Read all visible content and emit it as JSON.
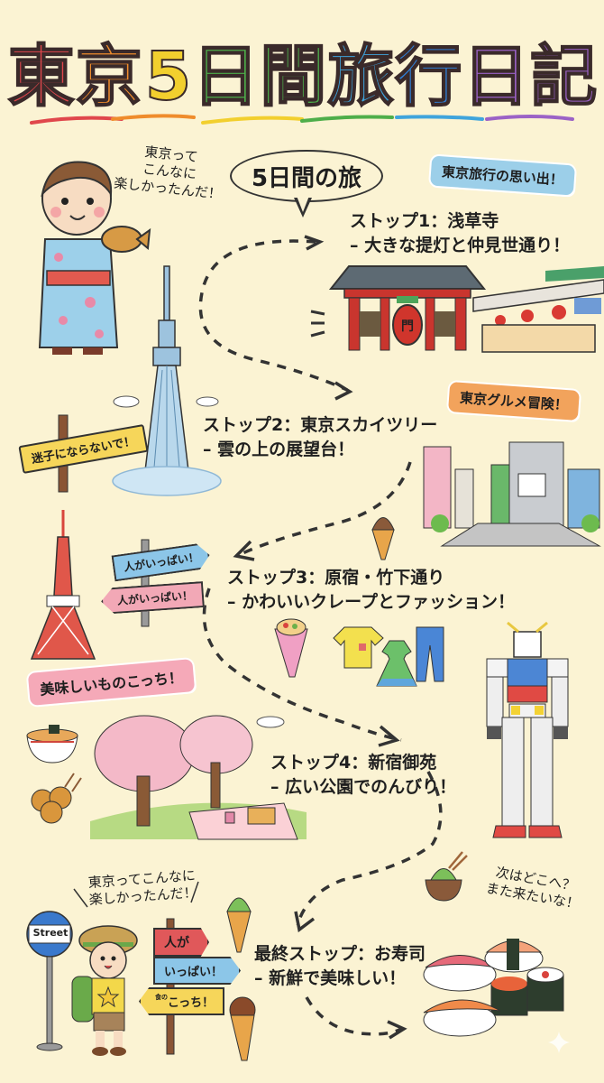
{
  "title": {
    "chars": [
      "東",
      "京",
      "5",
      "日",
      "間",
      "旅",
      "行",
      "日",
      "記"
    ],
    "colors": [
      "#e0474c",
      "#ef8c2c",
      "#f2cf2e",
      "#4eae4a",
      "#4eae4a",
      "#3fa4dc",
      "#2f7fd6",
      "#9b62c6",
      "#9b62c6"
    ],
    "underline_colors": [
      "#e0474c",
      "#ef8c2c",
      "#f2cf2e",
      "#4eae4a",
      "#3fa4dc",
      "#9b62c6"
    ]
  },
  "intro": {
    "speech_top": [
      "東京って",
      "こんなに",
      "楽しかったんだ！"
    ],
    "bubble": "5日間の旅",
    "tag_memories": "東京旅行の思い出！"
  },
  "stops": [
    {
      "line1": "ストップ1：浅草寺",
      "line2": "– 大きな提灯と仲見世通り！",
      "illustration": "kaminarimon-gate-and-nakamise"
    },
    {
      "line1": "ストップ2：東京スカイツリー",
      "line2": "– 雲の上の展望台！",
      "illustration": "tokyo-skytree"
    },
    {
      "line1": "ストップ3：原宿・竹下通り",
      "line2": "– かわいいクレープとファッション！",
      "illustration": "crepe-and-clothes"
    },
    {
      "line1": "ストップ4：新宿御苑",
      "line2": "– 広い公園でのんびり！",
      "illustration": "cherry-trees-picnic"
    },
    {
      "line1": "最終ストップ：お寿司",
      "line2": "– 新鮮で美味しい！",
      "illustration": "sushi-platter"
    }
  ],
  "tags": {
    "gourmet": "東京グルメ冒険！",
    "tasty_here": "美味しいものこっち！"
  },
  "signs": {
    "lost": "迷子にならないで！",
    "crowded_1": "人がいっぱい！",
    "crowded_2": "人がいっぱい！",
    "bus_stop": "Street",
    "post_1": "人が",
    "post_2": "いっぱい！",
    "post_3": "こっち！",
    "post_3_small": "食の"
  },
  "outro": {
    "speech_bottom": [
      "東京ってこんなに",
      "楽しかったんだ！"
    ],
    "speech_sushi": [
      "次はどこへ？",
      "また来たいな！"
    ]
  },
  "colors": {
    "background": "#fbf3d3",
    "text": "#1e1e1e",
    "tag_blue": "#9ccfe9",
    "tag_orange": "#f2a35c",
    "tag_pink": "#f5a9b8",
    "sign_yellow": "#f6d65a",
    "sign_blue": "#8cc6e8",
    "sign_red": "#e0585a"
  }
}
